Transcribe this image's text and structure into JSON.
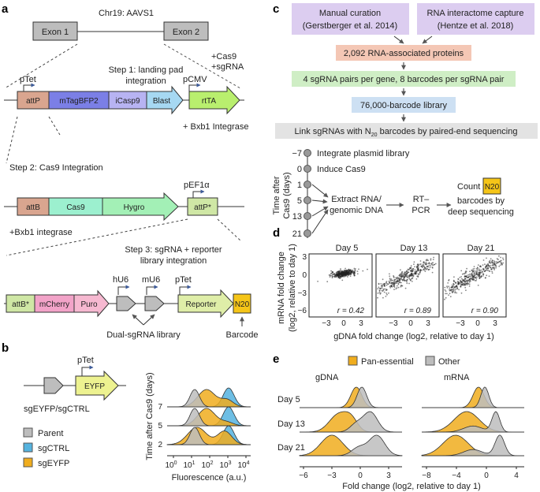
{
  "panels": {
    "a": "a",
    "b": "b",
    "c": "c",
    "d": "d",
    "e": "e"
  },
  "colors": {
    "grey": "#bdbdbd",
    "blue": "#55b3df",
    "orange": "#f0ad1e",
    "mtag": "#7b7fe6",
    "icasp": "#b7b3f2",
    "blast": "#a6d8f2",
    "rttA": "#b9ef6e",
    "attP": "#d9a58f",
    "cas9": "#9cf0cf",
    "hygro": "#a3f0b6",
    "attB": "#d9a58f",
    "attPstar": "#cfe7a5",
    "mcherry": "#f2a3c8",
    "puro": "#f6b8d0",
    "reporter": "#dfeea8",
    "n20": "#f5c518",
    "purple": "#dccdf0",
    "peach": "#f4c7b5",
    "green": "#cfeec5",
    "lightblue": "#cde0f3",
    "lightgrey": "#e3e3e3"
  },
  "a": {
    "chrom": "Chr19: AAVS1",
    "exon1": "Exon 1",
    "exon2": "Exon 2",
    "cas9_sg": [
      "+Cas9",
      "+sgRNA"
    ],
    "step1": [
      "Step 1: landing pad",
      "integration"
    ],
    "pTet": "pTet",
    "pCMV": "pCMV",
    "attP": "attP",
    "mtag": "mTagBFP2",
    "icasp": "iCasp9",
    "blast": "Blast",
    "rtta": "rtTA",
    "bxb1a": "+ Bxb1 Integrase",
    "step2": "Step 2: Cas9 Integration",
    "pEF1a": "pEF1α",
    "attB": "attB",
    "cas9": "Cas9",
    "hygro": "Hygro",
    "attPstar": "attP*",
    "bxb1b": "+Bxb1 integrase",
    "step3": [
      "Step 3: sgRNA + reporter",
      "library integration"
    ],
    "hU6": "hU6",
    "mU6": "mU6",
    "pTet2": "pTet",
    "attBstar": "attB*",
    "mcherry": "mCherry",
    "puro": "Puro",
    "reporter": "Reporter",
    "n20": "N20",
    "dual": "Dual-sgRNA library",
    "barcode": "Barcode"
  },
  "b": {
    "pTet": "pTet",
    "eyfp": "EYFP",
    "sg": "sgEYFP/sgCTRL",
    "legend": [
      "Parent",
      "sgCTRL",
      "sgEYFP"
    ],
    "ylabel": "Time after Cas9 (days)",
    "xlabel": "Fluorescence (a.u.)",
    "days": [
      "7",
      "5",
      "2"
    ],
    "xticks": [
      "10",
      "10",
      "10",
      "10",
      "10"
    ],
    "xexp": [
      "0",
      "1",
      "2",
      "3",
      "4"
    ]
  },
  "c": {
    "box1": [
      "Manual curation",
      "(Gerstberger et al. 2014)"
    ],
    "box2": [
      "RNA interactome capture",
      "(Hentze et al. 2018)"
    ],
    "box3": "2,092 RNA-associated proteins",
    "box4": "4 sgRNA pairs per gene, 8 barcodes per sgRNA pair",
    "box5": "76,000-barcode library",
    "box6": [
      "Link sgRNAs with N",
      "20",
      " barcodes by paired-end sequencing"
    ],
    "timeline": [
      "−7",
      "0",
      "1",
      "5",
      "13",
      "21"
    ],
    "tl_label": [
      "Time after",
      "Cas9 (days)"
    ],
    "integrate": "Integrate plasmid library",
    "induce": "Induce Cas9",
    "extract": [
      "Extract RNA/",
      "genomic DNA"
    ],
    "rtpcr": [
      "RT–",
      "PCR"
    ],
    "count": "Count",
    "n20": "N20",
    "count2": [
      "barcodes by",
      "deep sequencing"
    ]
  },
  "d": {
    "titles": [
      "Day 5",
      "Day 13",
      "Day 21"
    ],
    "r": [
      "r = 0.42",
      "r = 0.89",
      "r = 0.90"
    ],
    "ylabel": [
      "mRNA fold change",
      "(log2, relative to day 1)"
    ],
    "xlabel": "gDNA fold change (log2, relative to day 1)",
    "yticks": [
      "3",
      "0",
      "−3",
      "−6"
    ],
    "xticks": [
      "−3",
      "0",
      "3"
    ]
  },
  "e": {
    "legend": [
      "Pan-essential",
      "Other"
    ],
    "col": [
      "gDNA",
      "mRNA"
    ],
    "rows": [
      "Day 5",
      "Day 13",
      "Day 21"
    ],
    "xticks_g": [
      "−6",
      "−3",
      "0",
      "3"
    ],
    "xticks_m": [
      "−8",
      "−4",
      "0",
      "4"
    ],
    "xlabel": "Fold change (log2, relative to day 1)"
  }
}
